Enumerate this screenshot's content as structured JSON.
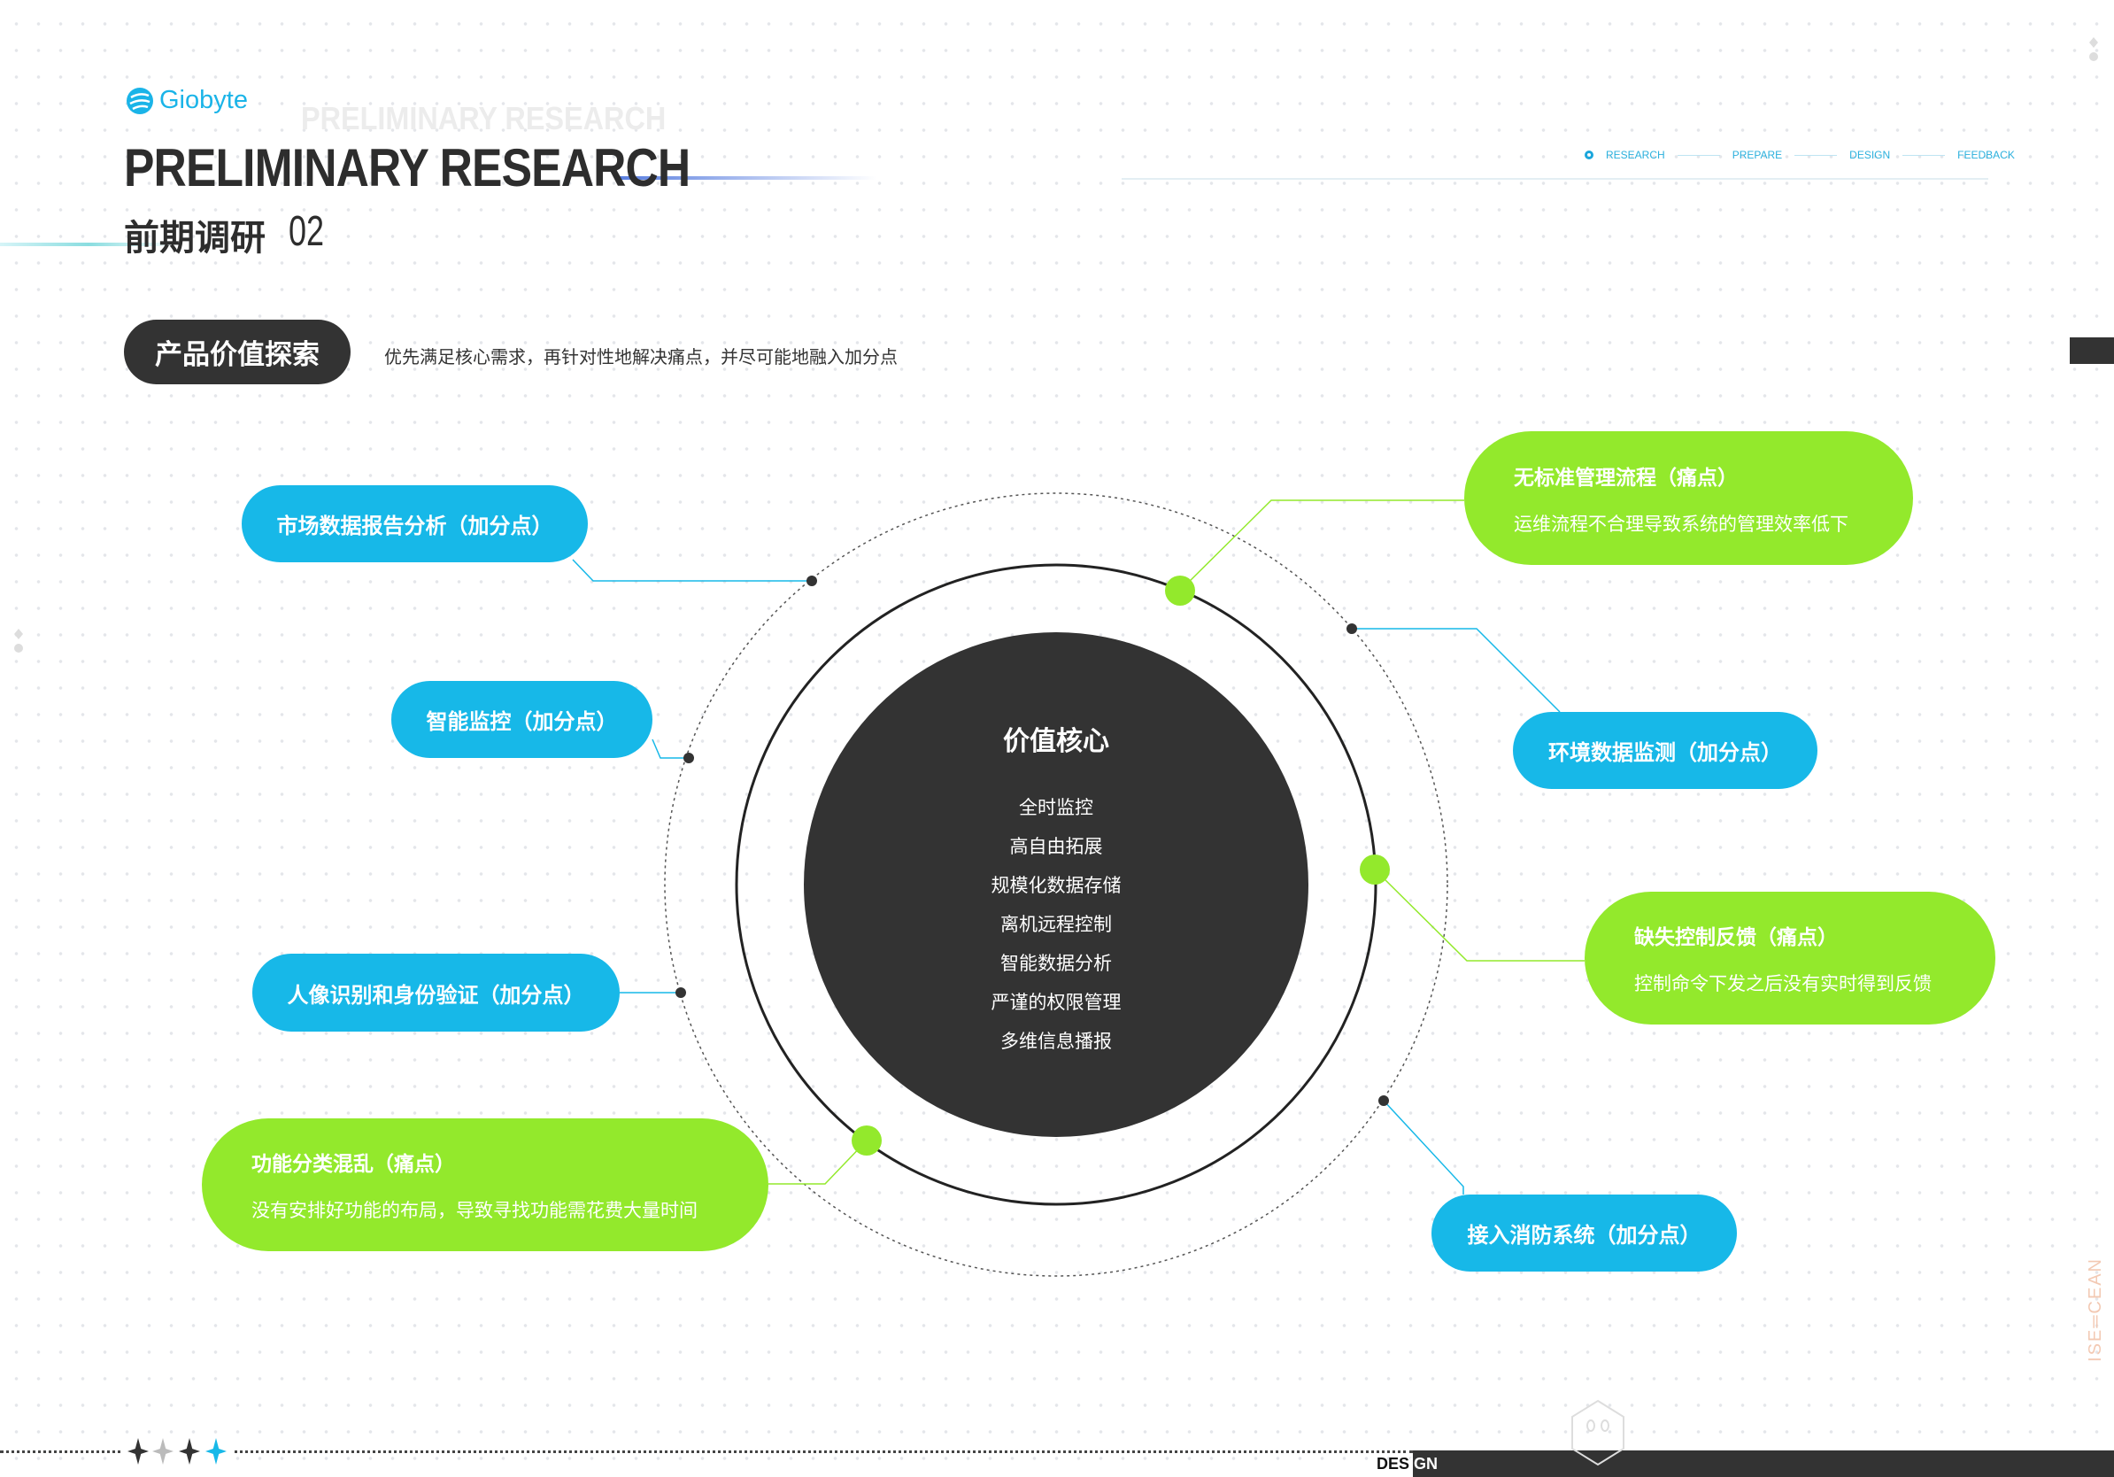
{
  "logo": {
    "text": "Giobyte"
  },
  "header": {
    "title_en": "PRELIMINARY RESEARCH",
    "title_cn": "前期调研",
    "section_number": "02"
  },
  "nav": {
    "steps": [
      "RESEARCH",
      "PREPARE",
      "DESIGN",
      "FEEDBACK"
    ],
    "active": "RESEARCH"
  },
  "section": {
    "tag": "产品价值探索",
    "description": "优先满足核心需求，再针对性地解决痛点，并尽可能地融入加分点"
  },
  "core": {
    "title": "价值核心",
    "items": [
      "全时监控",
      "高自由拓展",
      "规模化数据存储",
      "离机远程控制",
      "智能数据分析",
      "严谨的权限管理",
      "多维信息播报"
    ]
  },
  "bonus_points": [
    "市场数据报告分析（加分点）",
    "智能监控（加分点）",
    "人像识别和身份验证（加分点）",
    "环境数据监测（加分点）",
    "接入消防系统（加分点）"
  ],
  "pain_points": [
    {
      "title": "功能分类混乱（痛点）",
      "desc": "没有安排好功能的布局，导致寻找功能需花费大量时间"
    },
    {
      "title": "无标准管理流程（痛点）",
      "desc": "运维流程不合理导致系统的管理效率低下"
    },
    {
      "title": "缺失控制反馈（痛点）",
      "desc": "控制命令下发之后没有实时得到反馈"
    }
  ],
  "footer": {
    "design_dark": "DES",
    "design_light": "IGN",
    "watermark": "ISE═CEAN"
  },
  "colors": {
    "blue": "#17b8e8",
    "green": "#93e92c",
    "dark": "#333333"
  }
}
